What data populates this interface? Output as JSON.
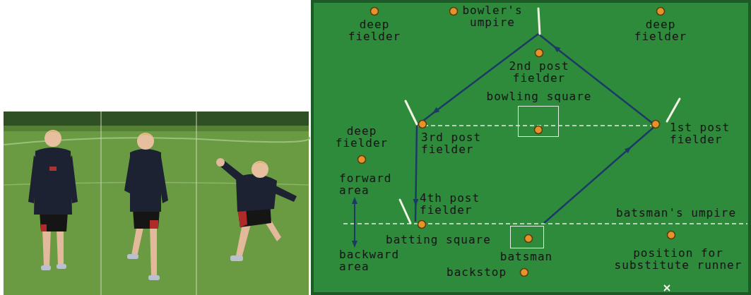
{
  "diagram": {
    "nodes": [
      {
        "text": [
          "bowling square"
        ]
      },
      {
        "text": [
          "batting square"
        ]
      }
    ],
    "labels": [
      "deep fielder",
      "bowler's umpire",
      "deep fielder",
      "2nd post fielder",
      "3rd post fielder",
      "1st post fielder",
      "deep fielder",
      "forward area",
      "4th post fielder",
      "batsman's umpire",
      "batsman",
      "position for substitute runner",
      "backward area",
      "backstop"
    ]
  }
}
